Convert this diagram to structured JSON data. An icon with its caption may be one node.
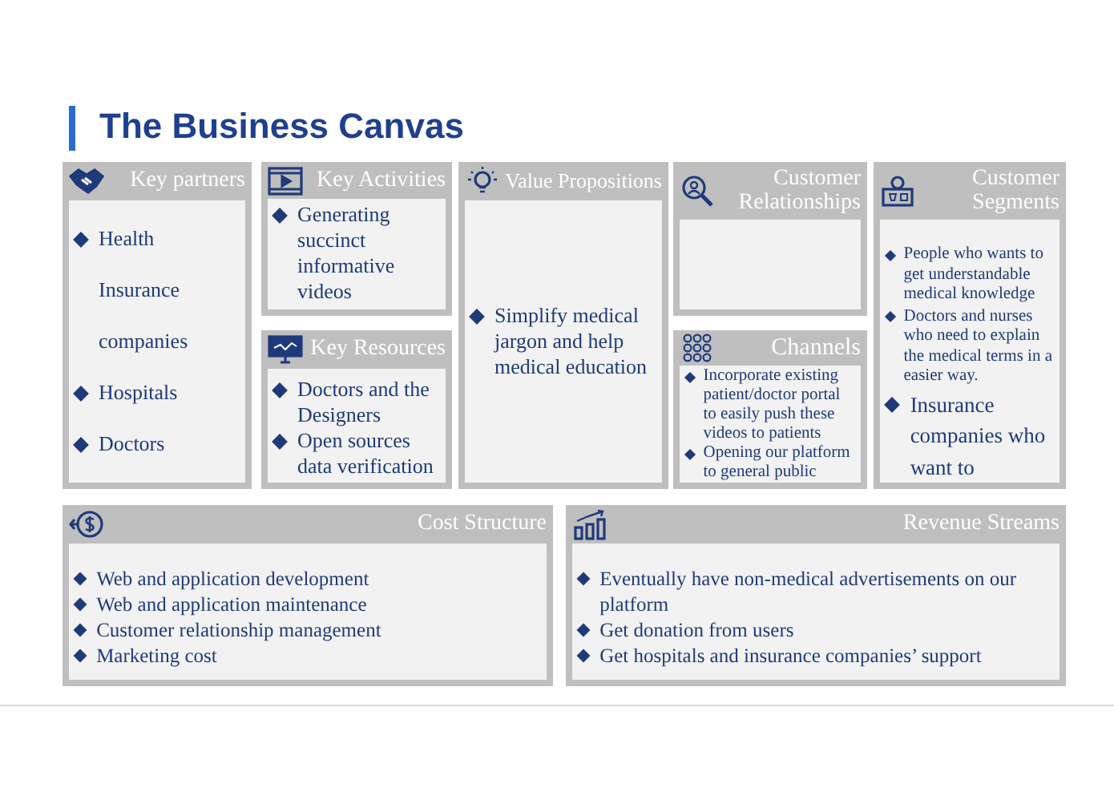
{
  "diagram": {
    "title": "The Business Canvas",
    "nodes": [
      {
        "text": [
          "Key partners",
          "Health Insurance companies",
          "Hospitals",
          "Doctors"
        ]
      },
      {
        "text": [
          "Key Activities",
          "Generating succinct informative videos"
        ]
      },
      {
        "text": [
          "Key Resources",
          "Doctors and the Designers",
          "Open sources data verification"
        ]
      },
      {
        "text": [
          "Value Propositions",
          "Simplify medical jargon and help medical education"
        ]
      },
      {
        "text": [
          "Customer Relationships"
        ]
      },
      {
        "text": [
          "Channels",
          "Incorporate existing patient/doctor portal to easily push these videos to patients",
          "Opening our platform to general public"
        ]
      },
      {
        "text": [
          "Customer Segments",
          "People who wants to get understandable medical knowledge",
          "Doctors and nurses who need to explain the medical terms in a easier way.",
          "Insurance companies who want to"
        ]
      },
      {
        "text": [
          "Cost Structure",
          "Web and application development",
          "Web and application maintenance",
          "Customer relationship management",
          "Marketing cost"
        ]
      },
      {
        "text": [
          "Revenue Streams",
          "Eventually have non-medical advertisements on our platform",
          "Get donation from users",
          "Get hospitals and insurance companies’ support"
        ]
      }
    ],
    "edges": []
  }
}
